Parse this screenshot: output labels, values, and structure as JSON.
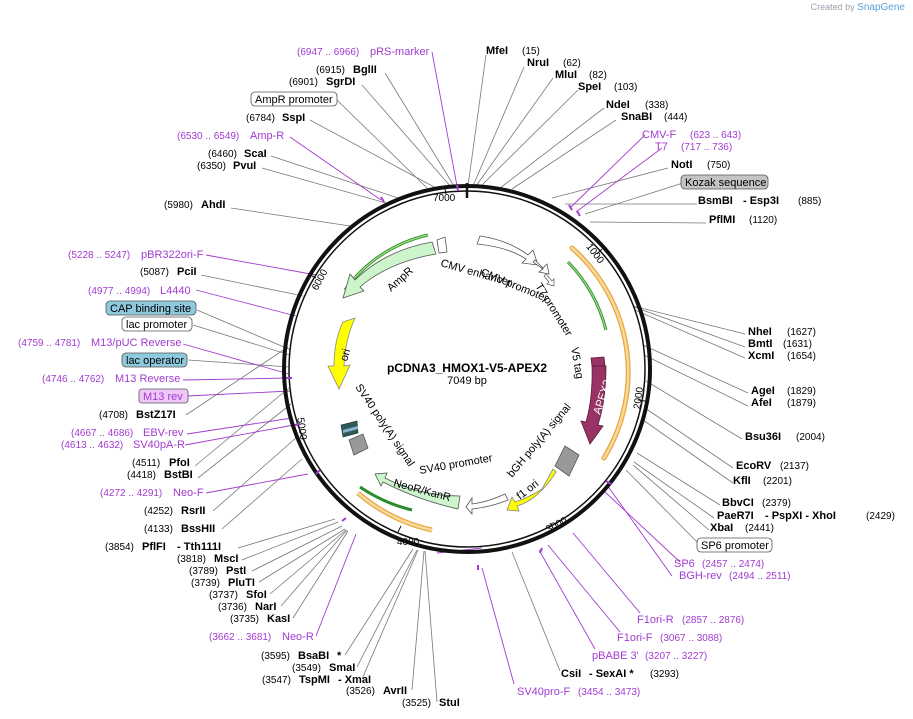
{
  "header": {
    "created_by": "Created by",
    "brand": "SnapGene"
  },
  "plasmid": {
    "name": "pCDNA3_HMOX1-V5-APEX2",
    "size_label": "7049 bp",
    "length": 7049
  },
  "ticks": [
    "1000",
    "2000",
    "3000",
    "4000",
    "5000",
    "6000",
    "7000"
  ],
  "colors": {
    "ampr": "#ccf5cc",
    "ori": "#ffff00",
    "apex2": "#993366",
    "neo": "#ccf5cc",
    "f1ori": "#ffff00",
    "primer": "#a23bd0",
    "feature_outline": "#e8a83a",
    "orf": "#2a8c2a"
  },
  "enzymes_right": [
    {
      "name": "MfeI",
      "pos": "(15)"
    },
    {
      "name": "NruI",
      "pos": "(62)"
    },
    {
      "name": "MluI",
      "pos": "(82)"
    },
    {
      "name": "SpeI",
      "pos": "(103)"
    },
    {
      "name": "NdeI",
      "pos": "(338)"
    },
    {
      "name": "SnaBI",
      "pos": "(444)"
    },
    {
      "name": "NotI",
      "pos": "(750)"
    },
    {
      "name": "BsmBI",
      "extra": "- Esp3I",
      "pos": "(885)"
    },
    {
      "name": "PflMI",
      "pos": "(1120)"
    },
    {
      "name": "NheI",
      "pos": "(1627)"
    },
    {
      "name": "BmtI",
      "pos": "(1631)"
    },
    {
      "name": "XcmI",
      "pos": "(1654)"
    },
    {
      "name": "AgeI",
      "pos": "(1829)"
    },
    {
      "name": "AfeI",
      "pos": "(1879)"
    },
    {
      "name": "Bsu36I",
      "pos": "(2004)"
    },
    {
      "name": "EcoRV",
      "pos": "(2137)"
    },
    {
      "name": "KflI",
      "pos": "(2201)"
    },
    {
      "name": "BbvCI",
      "pos": "(2379)"
    },
    {
      "name": "PaeR7I",
      "extra": "- PspXI - XhoI",
      "pos": "(2429)"
    },
    {
      "name": "XbaI",
      "pos": "(2441)"
    },
    {
      "name": "CsiI",
      "extra": "- SexAI *",
      "pos": "(3293)"
    }
  ],
  "enzymes_left": [
    {
      "name": "BglII",
      "pos": "(6915)"
    },
    {
      "name": "SgrDI",
      "pos": "(6901)"
    },
    {
      "name": "SspI",
      "pos": "(6784)"
    },
    {
      "name": "ScaI",
      "pos": "(6460)"
    },
    {
      "name": "PvuI",
      "pos": "(6350)"
    },
    {
      "name": "AhdI",
      "pos": "(5980)"
    },
    {
      "name": "PciI",
      "pos": "(5087)"
    },
    {
      "name": "BstZ17I",
      "pos": "(4708)"
    },
    {
      "name": "PfoI",
      "pos": "(4511)"
    },
    {
      "name": "BstBI",
      "pos": "(4418)"
    },
    {
      "name": "RsrII",
      "pos": "(4252)"
    },
    {
      "name": "BssHII",
      "pos": "(4133)"
    },
    {
      "name": "PflFI",
      "extra": "- Tth111I",
      "pos": "(3854)"
    },
    {
      "name": "MscI",
      "pos": "(3818)"
    },
    {
      "name": "PstI",
      "pos": "(3789)"
    },
    {
      "name": "PluTI",
      "pos": "(3739)"
    },
    {
      "name": "SfoI",
      "pos": "(3737)"
    },
    {
      "name": "NarI",
      "pos": "(3736)"
    },
    {
      "name": "KasI",
      "pos": "(3735)"
    },
    {
      "name": "BsaBI",
      "extra": "*",
      "pos": "(3595)"
    },
    {
      "name": "SmaI",
      "pos": "(3549)"
    },
    {
      "name": "TspMI",
      "extra": "- XmaI",
      "pos": "(3547)"
    },
    {
      "name": "AvrII",
      "pos": "(3526)"
    },
    {
      "name": "StuI",
      "pos": "(3525)"
    }
  ],
  "primers": [
    {
      "name": "pRS-marker",
      "range": "(6947 .. 6966)"
    },
    {
      "name": "Amp-R",
      "range": "(6530 .. 6549)"
    },
    {
      "name": "CMV-F",
      "range": "(623 .. 643)"
    },
    {
      "name": "T7",
      "range": "(717 .. 736)"
    },
    {
      "name": "pBR322ori-F",
      "range": "(5228 .. 5247)"
    },
    {
      "name": "L4440",
      "range": "(4977 .. 4994)"
    },
    {
      "name": "M13/pUC Reverse",
      "range": "(4759 .. 4781)"
    },
    {
      "name": "M13 Reverse",
      "range": "(4746 .. 4762)"
    },
    {
      "name": "M13 rev",
      "range": ""
    },
    {
      "name": "EBV-rev",
      "range": "(4667 .. 4686)"
    },
    {
      "name": "SV40pA-R",
      "range": "(4613 .. 4632)"
    },
    {
      "name": "Neo-F",
      "range": "(4272 .. 4291)"
    },
    {
      "name": "Neo-R",
      "range": "(3662 .. 3681)"
    },
    {
      "name": "SV40pro-F",
      "range": "(3454 .. 3473)"
    },
    {
      "name": "pBABE 3'",
      "range": "(3207 .. 3227)"
    },
    {
      "name": "F1ori-F",
      "range": "(3067 .. 3088)"
    },
    {
      "name": "F1ori-R",
      "range": "(2857 .. 2876)"
    },
    {
      "name": "BGH-rev",
      "range": "(2494 .. 2511)"
    },
    {
      "name": "SP6",
      "range": "(2457 .. 2474)"
    }
  ],
  "boxed_labels": {
    "ampr_promoter": "AmpR promoter",
    "kozak": "Kozak sequence",
    "cap_site": "CAP binding site",
    "lac_promoter": "lac promoter",
    "lac_operator": "lac operator",
    "sp6_promoter": "SP6 promoter"
  },
  "features": {
    "cmv_enhancer": "CMV enhancer",
    "cmv_promoter": "CMV promoter",
    "t7_promoter": "T7 promoter",
    "v5_tag": "V5 tag",
    "apex2": "APEX2",
    "bgh": "bGH poly(A) signal",
    "f1_ori": "f1 ori",
    "sv40_promoter": "SV40 promoter",
    "neo": "NeoR/KanR",
    "sv40_pa": "SV40 poly(A) signal",
    "ori": "ori",
    "ampr": "AmpR"
  }
}
